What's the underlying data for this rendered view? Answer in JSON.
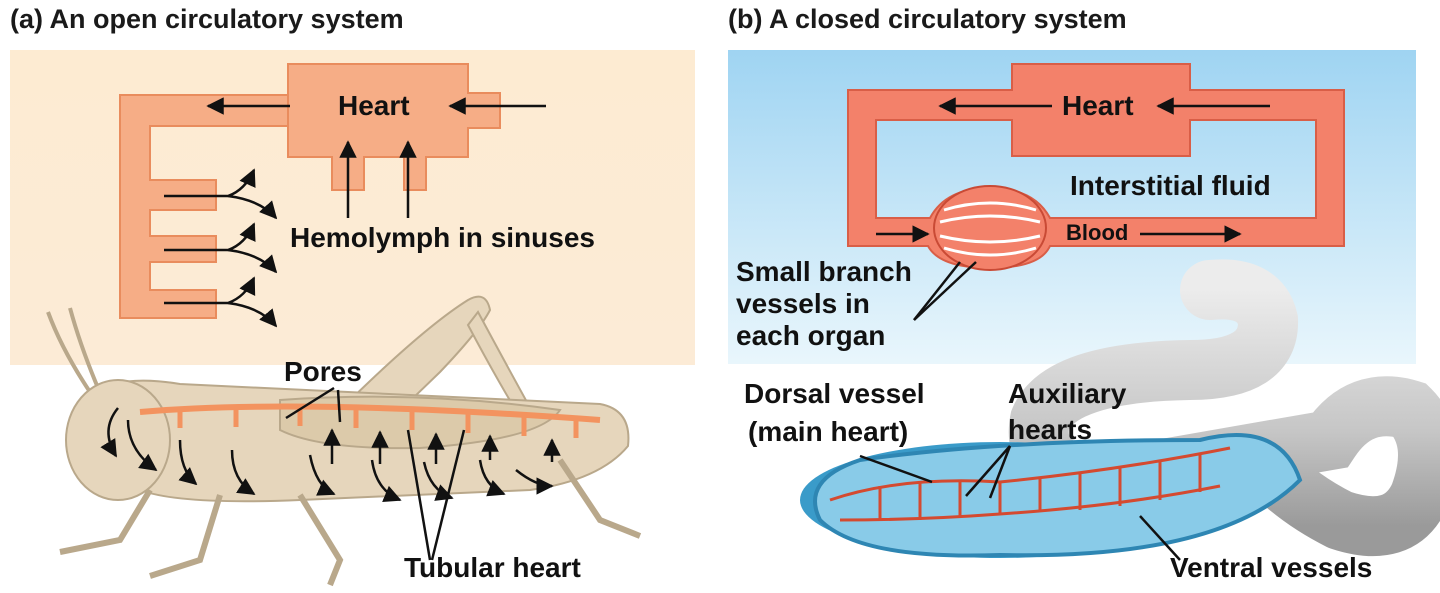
{
  "panel_a": {
    "title": "(a) An open circulatory system",
    "heart": "Heart",
    "hemolymph": "Hemolymph in sinuses",
    "pores": "Pores",
    "tubular_heart": "Tubular heart"
  },
  "panel_b": {
    "title": "(b) A closed circulatory system",
    "heart": "Heart",
    "interstitial": "Interstitial fluid",
    "blood": "Blood",
    "small_branch": [
      "Small branch",
      "vessels in",
      "each organ"
    ],
    "dorsal": [
      "Dorsal vessel",
      "(main heart)"
    ],
    "auxiliary": [
      "Auxiliary",
      "hearts"
    ],
    "ventral": "Ventral vessels"
  },
  "colors": {
    "panel_a_bg": "#fdebd0",
    "panel_b_bg": "#bfe2f5",
    "open_vessel": "#f4a57b",
    "closed_vessel": "#f0715a",
    "insect_body": "#e4d3b8",
    "worm_body": "#c9c9c9",
    "worm_inner": "#8ed0ec"
  }
}
